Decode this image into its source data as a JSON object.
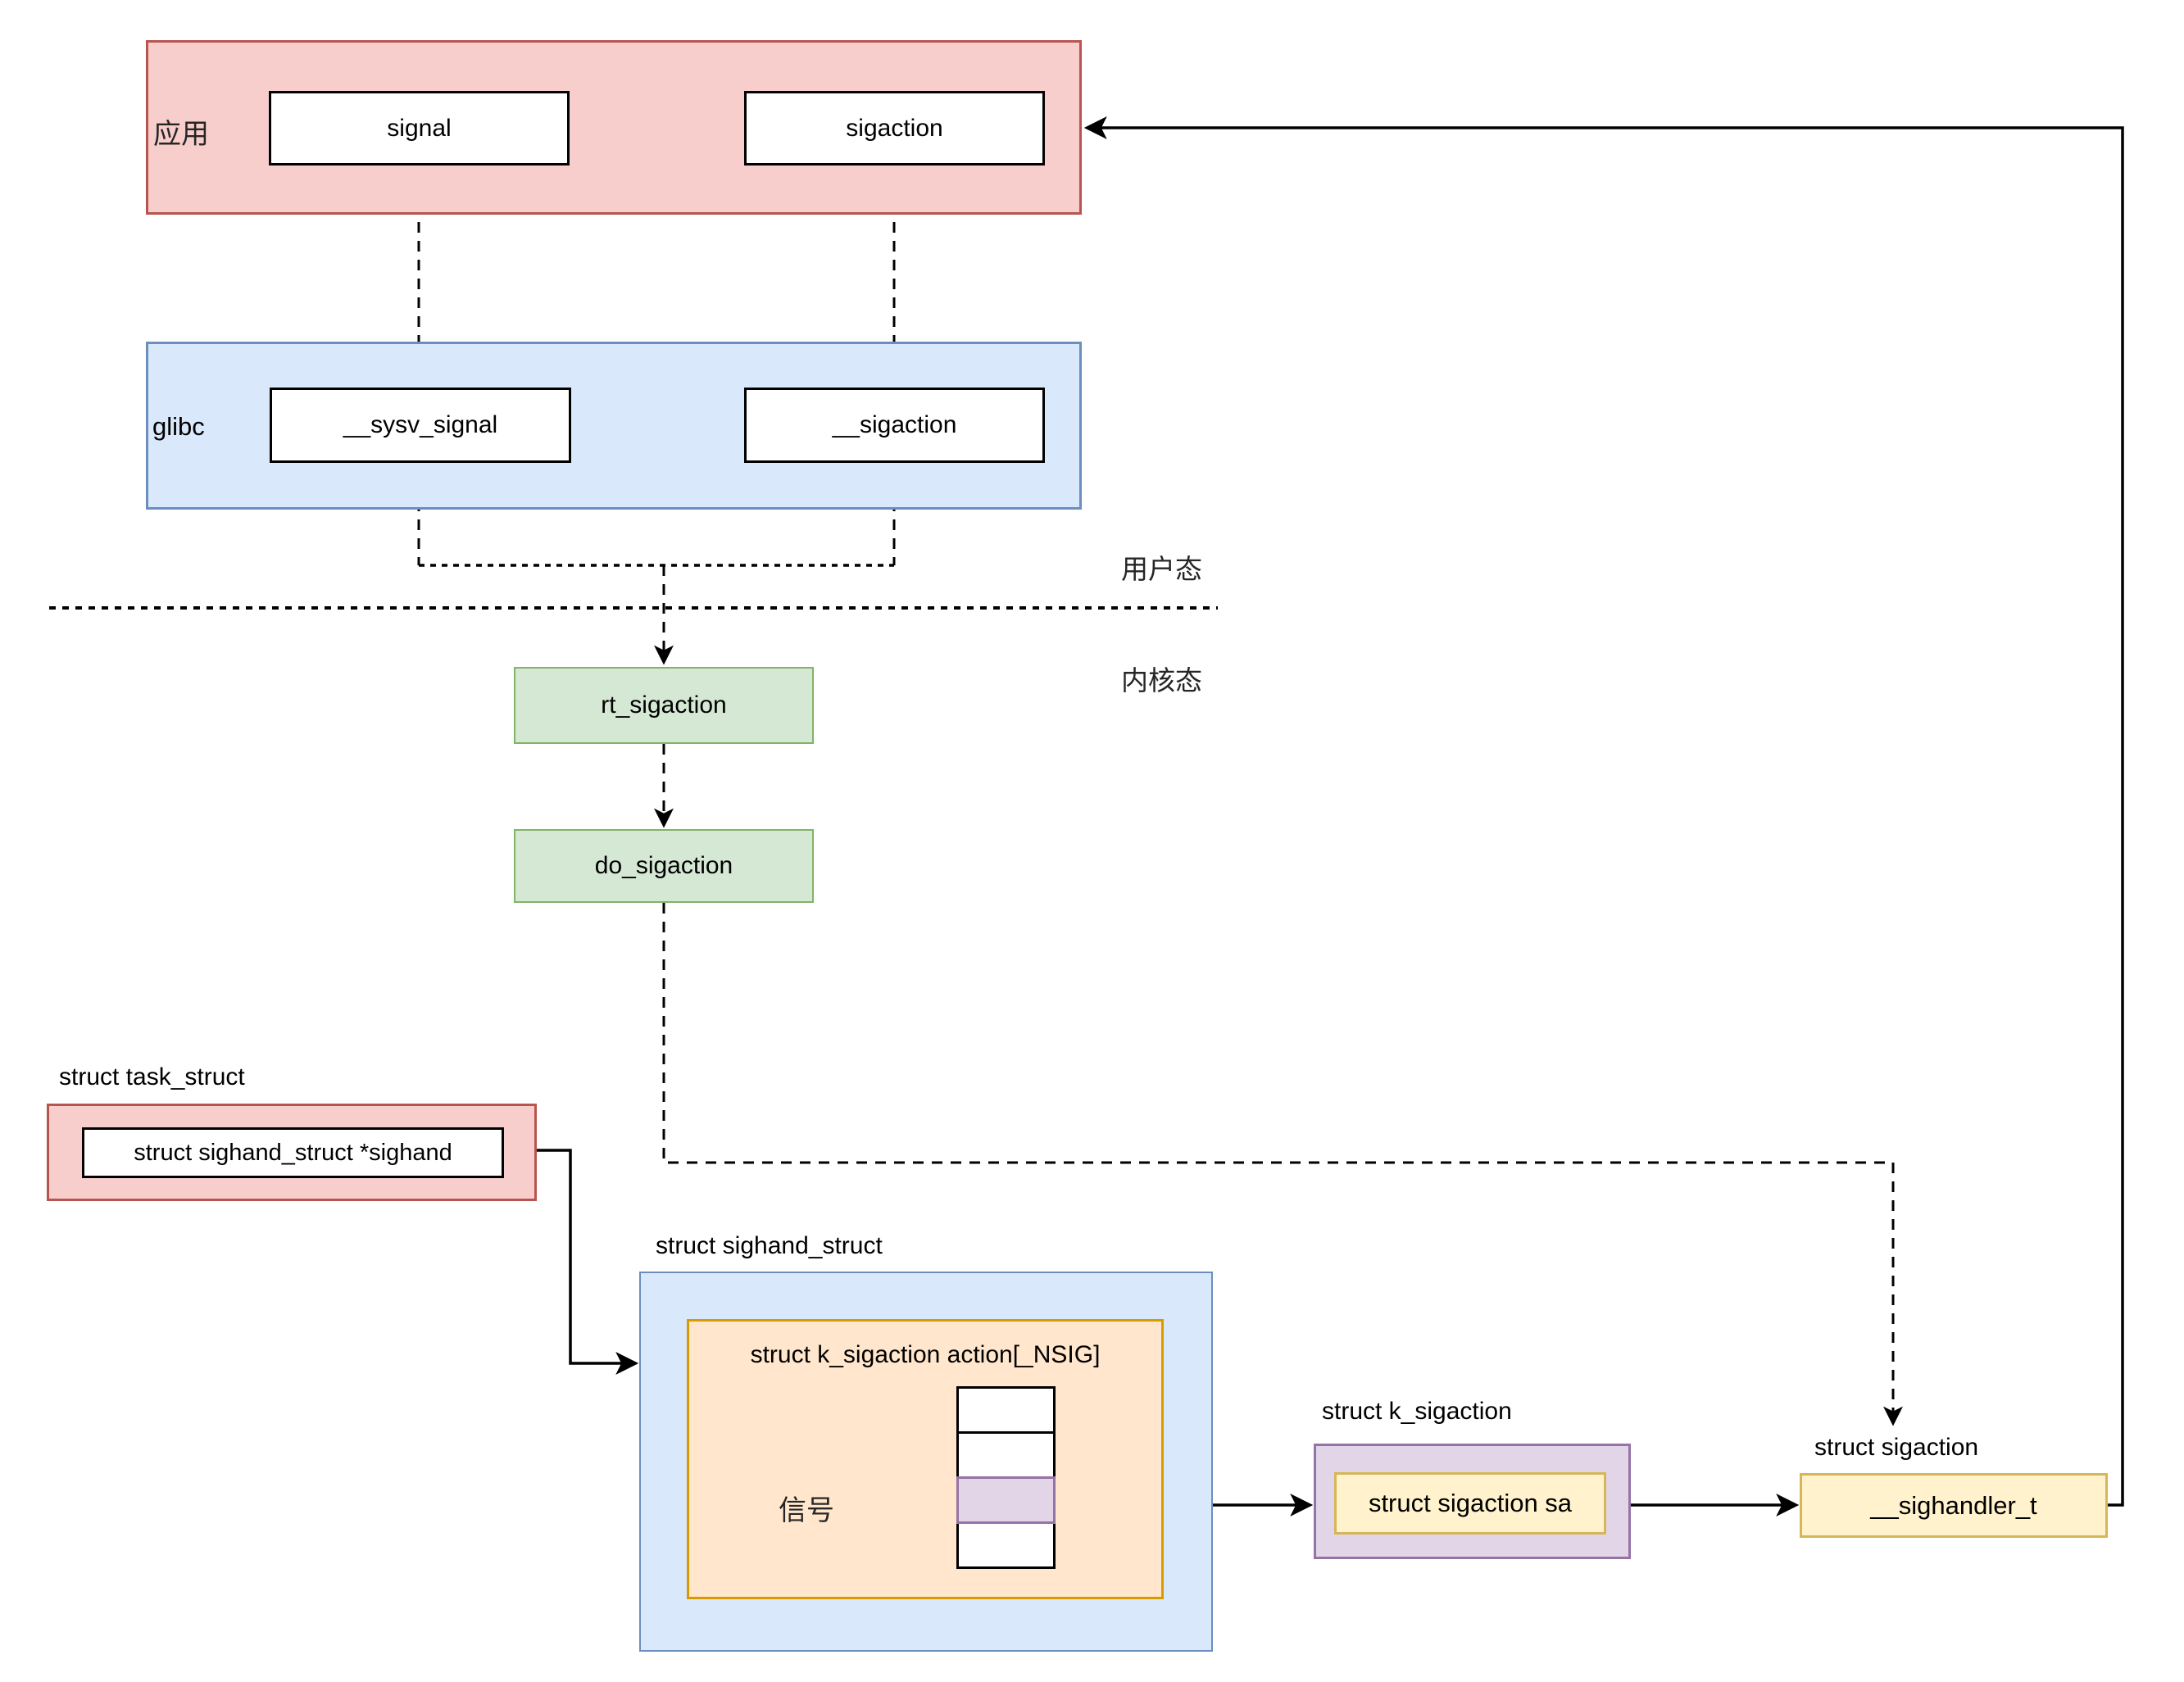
{
  "app_layer": {
    "label": "应用",
    "signal_label": "signal",
    "sigaction_label": "sigaction"
  },
  "glibc_layer": {
    "label": "glibc",
    "sysv_signal_label": "__sysv_signal",
    "sigaction_label": "__sigaction"
  },
  "mode_boundary": {
    "user_mode_label": "用户态",
    "kernel_mode_label": "内核态"
  },
  "kernel": {
    "rt_sigaction_label": "rt_sigaction",
    "do_sigaction_label": "do_sigaction"
  },
  "task_struct": {
    "title": "struct task_struct",
    "field_label": "struct sighand_struct *sighand"
  },
  "sighand_struct": {
    "title": "struct sighand_struct",
    "array_label": "struct k_sigaction action[_NSIG]",
    "signal_pointer_label": "信号",
    "cells": {
      "count": 4,
      "highlighted_index": 2
    }
  },
  "k_sigaction": {
    "title": "struct k_sigaction",
    "field_label": "struct sigaction sa"
  },
  "sigaction_struct": {
    "title": "struct sigaction",
    "field_label": "__sighandler_t"
  },
  "colors": {
    "red_fill": "#f8cecc",
    "red_stroke": "#b85450",
    "blue_fill": "#dae8fc",
    "blue_stroke": "#6c8ebf",
    "green_fill": "#d5e8d4",
    "green_stroke": "#82b366",
    "orange_fill": "#ffe6cc",
    "orange_stroke": "#d79b00",
    "purple_fill": "#e1d5e7",
    "purple_stroke": "#9673a6",
    "yellow_fill": "#fff2cc",
    "yellow_stroke": "#d6b656",
    "line": "#000000"
  }
}
